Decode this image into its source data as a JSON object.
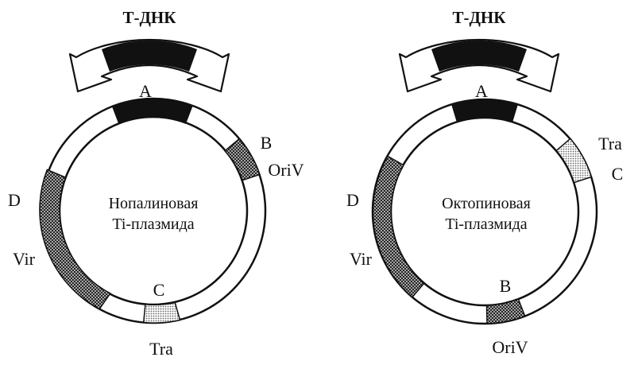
{
  "diagrams": [
    {
      "id": "nopaline",
      "t_dna_label": "Т-ДНК",
      "center_line1": "Нопалиновая",
      "center_line2": "Ti-плазмида",
      "labels": {
        "a": "A",
        "b": "B",
        "oriv": "OriV",
        "c": "C",
        "tra": "Tra",
        "d": "D",
        "vir": "Vir"
      }
    },
    {
      "id": "octopine",
      "t_dna_label": "Т-ДНК",
      "center_line1": "Октопиновая",
      "center_line2": "Ti-плазмида",
      "labels": {
        "a": "A",
        "tra": "Tra",
        "c": "C",
        "b": "B",
        "oriv": "OriV",
        "d": "D",
        "vir": "Vir"
      }
    }
  ],
  "colors": {
    "line": "#111111",
    "black_segment": "#111111",
    "dense_hatch": "#555555",
    "light_hatch": "#aaaaaa",
    "background": "#ffffff"
  }
}
